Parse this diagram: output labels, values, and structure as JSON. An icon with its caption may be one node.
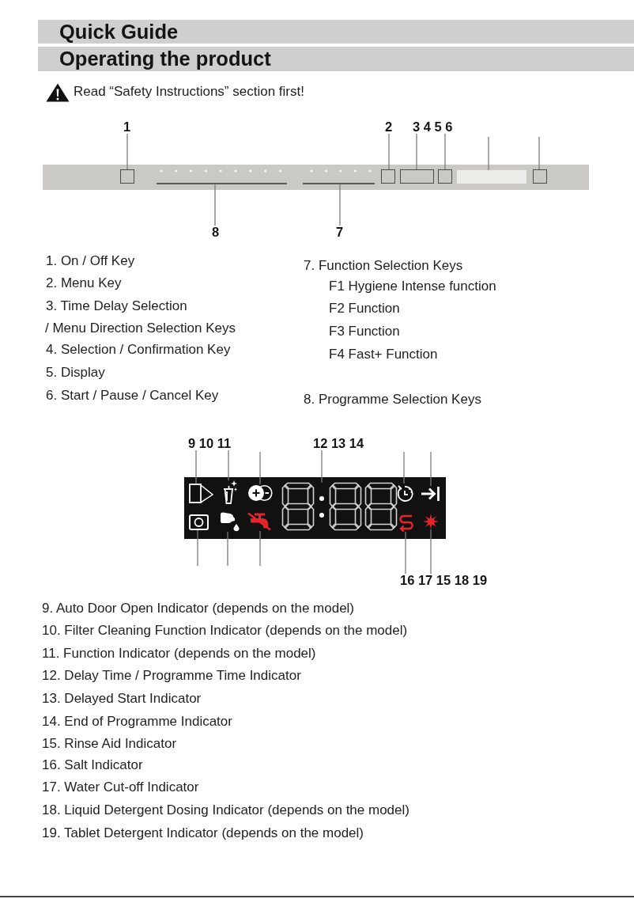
{
  "diagram": {
    "nodes": [
      {
        "text": [
          "Quick Guide"
        ]
      },
      {
        "text": [
          "Operating the product"
        ]
      },
      {
        "text": [
          "1"
        ]
      },
      {
        "text": [
          "2"
        ]
      },
      {
        "text": [
          "3 4 5 6"
        ]
      },
      {
        "text": [],
        "shape": "box"
      },
      {
        "text": [],
        "shape": "bar"
      },
      {
        "text": [],
        "shape": "bar"
      },
      {
        "text": [],
        "shape": "box"
      },
      {
        "text": [],
        "shape": "box"
      },
      {
        "text": [],
        "shape": "box"
      },
      {
        "text": [],
        "shape": "box"
      },
      {
        "text": [],
        "shape": "box"
      },
      {
        "text": [
          "8"
        ]
      },
      {
        "text": [
          "7"
        ]
      },
      {
        "text": [
          "9 10 11"
        ]
      },
      {
        "text": [
          "12 13 14"
        ]
      },
      {
        "text": [],
        "shape": "picture"
      },
      {
        "text": [],
        "shape": "picture"
      },
      {
        "text": [],
        "shape": "picture"
      },
      {
        "text": [],
        "shape": "picture"
      },
      {
        "text": [],
        "shape": "picture"
      },
      {
        "text": [],
        "shape": "picture"
      },
      {
        "text": [],
        "shape": "picture"
      },
      {
        "text": [],
        "shape": "picture"
      },
      {
        "text": [],
        "shape": "picture"
      },
      {
        "text": [],
        "shape": "picture"
      },
      {
        "text": [],
        "shape": "picture"
      },
      {
        "text": [
          "16 17 15 18 19"
        ]
      }
    ],
    "edges": [
      {
        "from": 2,
        "to": 5,
        "arrow": "none"
      },
      {
        "from": 3,
        "to": 8,
        "arrow": "none"
      },
      {
        "from": 4,
        "to": 9,
        "arrow": "none"
      },
      {
        "from": 4,
        "to": 10,
        "arrow": "none"
      },
      {
        "from": null,
        "to": 11,
        "arrow": "none"
      },
      {
        "from": null,
        "to": 12,
        "arrow": "none"
      },
      {
        "from": 13,
        "to": 6,
        "arrow": "none"
      },
      {
        "from": 14,
        "to": 7,
        "arrow": "none"
      },
      {
        "from": 15,
        "to": 17,
        "arrow": "none"
      },
      {
        "from": 15,
        "to": 18,
        "arrow": "none"
      },
      {
        "from": null,
        "to": 19,
        "arrow": "none"
      },
      {
        "from": 16,
        "to": 20,
        "arrow": "none"
      },
      {
        "from": null,
        "to": 21,
        "arrow": "none"
      },
      {
        "from": null,
        "to": 22,
        "arrow": "none"
      },
      {
        "from": null,
        "to": 23,
        "arrow": "none"
      },
      {
        "from": null,
        "to": 24,
        "arrow": "none"
      },
      {
        "from": null,
        "to": 25,
        "arrow": "none"
      },
      {
        "from": 28,
        "to": 26,
        "arrow": "none"
      },
      {
        "from": 28,
        "to": 27,
        "arrow": "none"
      }
    ],
    "labels": [
      "Read “Safety Instructions” section first!",
      "1. On / Off Key",
      "2. Menu Key",
      "3. Time Delay Selection",
      "/ Menu Direction Selection Keys",
      "4. Selection / Confirmation Key",
      "5. Display",
      "6. Start / Pause / Cancel Key",
      "7. Function Selection Keys",
      "F1 Hygiene Intense function",
      "F2 Function",
      "F3 Function",
      "F4 Fast+ Function",
      "8. Programme Selection Keys",
      "9. Auto Door Open Indicator (depends on the model)",
      "10. Filter Cleaning Function Indicator (depends on the model)",
      "11. Function Indicator (depends on the model)",
      "12. Delay Time / Programme Time Indicator",
      "13. Delayed Start Indicator",
      "14. End of Programme Indicator",
      "15. Rinse Aid Indicator",
      "16. Salt Indicator",
      "17. Water Cut-off Indicator",
      "18. Liquid Detergent Dosing Indicator (depends on the model)",
      "19. Tablet Detergent Indicator (depends on the model)"
    ]
  }
}
